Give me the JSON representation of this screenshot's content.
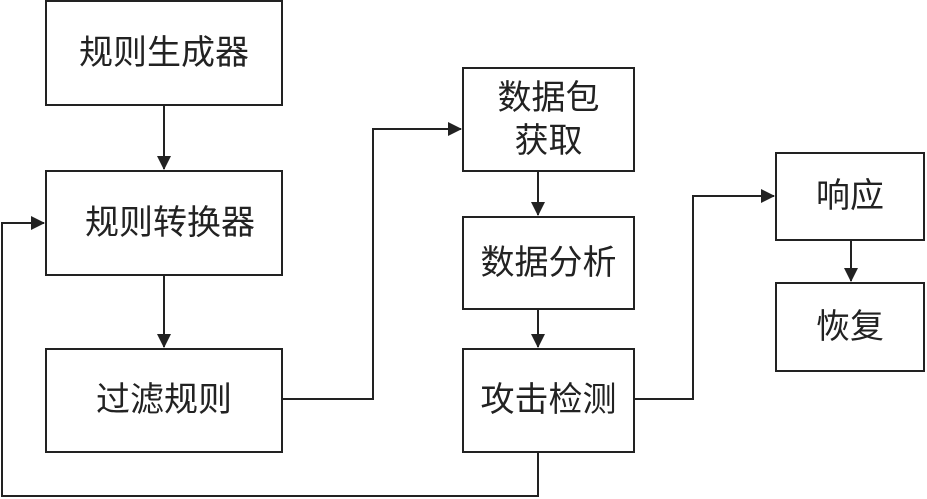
{
  "diagram": {
    "type": "flowchart",
    "nodes": [
      {
        "id": "rule_generator",
        "label": "规则生成器"
      },
      {
        "id": "rule_converter",
        "label": "规则转换器"
      },
      {
        "id": "filter_rules",
        "label": "过滤规则"
      },
      {
        "id": "packet_capture",
        "label": "数据包\n获取"
      },
      {
        "id": "data_analysis",
        "label": "数据分析"
      },
      {
        "id": "attack_detection",
        "label": "攻击检测"
      },
      {
        "id": "response",
        "label": "响应"
      },
      {
        "id": "recovery",
        "label": "恢复"
      }
    ],
    "edges": [
      {
        "from": "rule_generator",
        "to": "rule_converter"
      },
      {
        "from": "rule_converter",
        "to": "filter_rules"
      },
      {
        "from": "filter_rules",
        "to": "packet_capture"
      },
      {
        "from": "packet_capture",
        "to": "data_analysis"
      },
      {
        "from": "data_analysis",
        "to": "attack_detection"
      },
      {
        "from": "attack_detection",
        "to": "response"
      },
      {
        "from": "response",
        "to": "recovery"
      },
      {
        "from": "attack_detection",
        "to": "rule_converter"
      }
    ]
  }
}
